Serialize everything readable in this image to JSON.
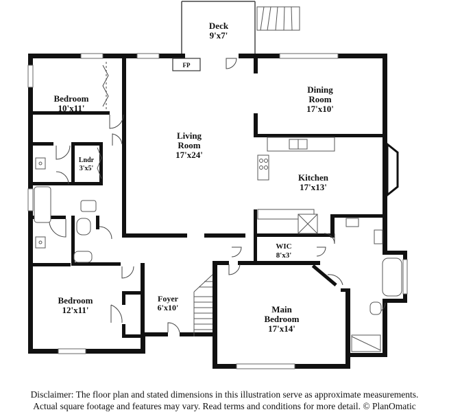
{
  "rooms": {
    "deck": {
      "name": "Deck",
      "dim": "9'x7'"
    },
    "fireplace": {
      "name": "FP"
    },
    "bedroom_top": {
      "name": "Bedroom",
      "dim": "10'x11'"
    },
    "laundry": {
      "name": "Lndr",
      "dim": "3'x5'"
    },
    "living": {
      "name": "Living",
      "name2": "Room",
      "dim": "17'x24'"
    },
    "dining": {
      "name": "Dining",
      "name2": "Room",
      "dim": "17'x10'"
    },
    "kitchen": {
      "name": "Kitchen",
      "dim": "17'x13'"
    },
    "wic": {
      "name": "WIC",
      "dim": "8'x3'"
    },
    "foyer": {
      "name": "Foyer",
      "dim": "6'x10'"
    },
    "bedroom_bottom": {
      "name": "Bedroom",
      "dim": "12'x11'"
    },
    "main_bedroom": {
      "name": "Main",
      "name2": "Bedroom",
      "dim": "17'x14'"
    }
  },
  "disclaimer": {
    "line1": "Disclaimer: The floor plan and stated dimensions in this illustration serve as approximate measurements.",
    "line2": "Actual square footage and features may vary. Read terms and conditions for more detail. © PlanOmatic"
  }
}
